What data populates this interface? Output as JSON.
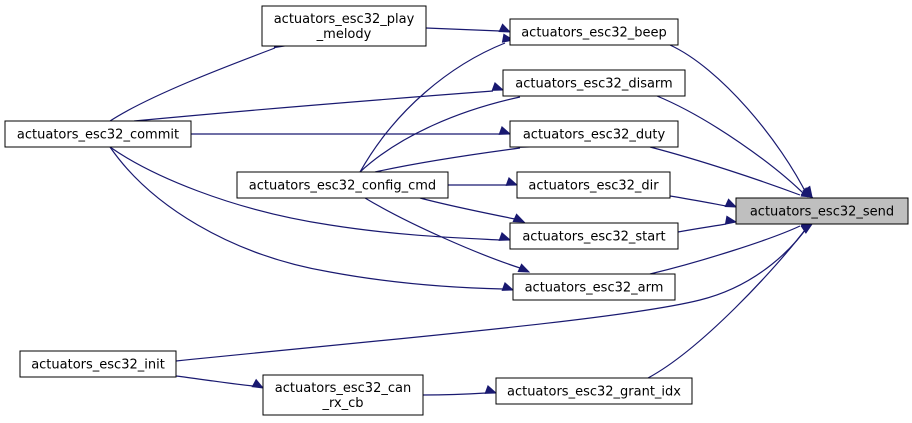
{
  "nodes": {
    "send": {
      "lines": [
        "actuators_esc32_send"
      ],
      "focus": true
    },
    "beep": {
      "lines": [
        "actuators_esc32_beep"
      ]
    },
    "disarm": {
      "lines": [
        "actuators_esc32_disarm"
      ]
    },
    "duty": {
      "lines": [
        "actuators_esc32_duty"
      ]
    },
    "dir": {
      "lines": [
        "actuators_esc32_dir"
      ]
    },
    "start": {
      "lines": [
        "actuators_esc32_start"
      ]
    },
    "arm": {
      "lines": [
        "actuators_esc32_arm"
      ]
    },
    "grant_idx": {
      "lines": [
        "actuators_esc32_grant_idx"
      ]
    },
    "play_melody": {
      "lines": [
        "actuators_esc32_play",
        "_melody"
      ]
    },
    "commit": {
      "lines": [
        "actuators_esc32_commit"
      ]
    },
    "config_cmd": {
      "lines": [
        "actuators_esc32_config_cmd"
      ]
    },
    "init": {
      "lines": [
        "actuators_esc32_init"
      ]
    },
    "can_rx_cb": {
      "lines": [
        "actuators_esc32_can",
        "_rx_cb"
      ]
    }
  },
  "edges": [
    {
      "from": "beep",
      "to": "send"
    },
    {
      "from": "disarm",
      "to": "send"
    },
    {
      "from": "duty",
      "to": "send"
    },
    {
      "from": "dir",
      "to": "send"
    },
    {
      "from": "start",
      "to": "send"
    },
    {
      "from": "arm",
      "to": "send"
    },
    {
      "from": "grant_idx",
      "to": "send"
    },
    {
      "from": "init",
      "to": "send"
    },
    {
      "from": "play_melody",
      "to": "beep"
    },
    {
      "from": "commit",
      "to": "play_melody"
    },
    {
      "from": "commit",
      "to": "disarm"
    },
    {
      "from": "commit",
      "to": "duty"
    },
    {
      "from": "commit",
      "to": "start"
    },
    {
      "from": "commit",
      "to": "arm"
    },
    {
      "from": "config_cmd",
      "to": "beep"
    },
    {
      "from": "config_cmd",
      "to": "disarm"
    },
    {
      "from": "config_cmd",
      "to": "duty"
    },
    {
      "from": "config_cmd",
      "to": "dir"
    },
    {
      "from": "config_cmd",
      "to": "start"
    },
    {
      "from": "config_cmd",
      "to": "arm"
    },
    {
      "from": "init",
      "to": "can_rx_cb"
    },
    {
      "from": "can_rx_cb",
      "to": "grant_idx"
    }
  ]
}
